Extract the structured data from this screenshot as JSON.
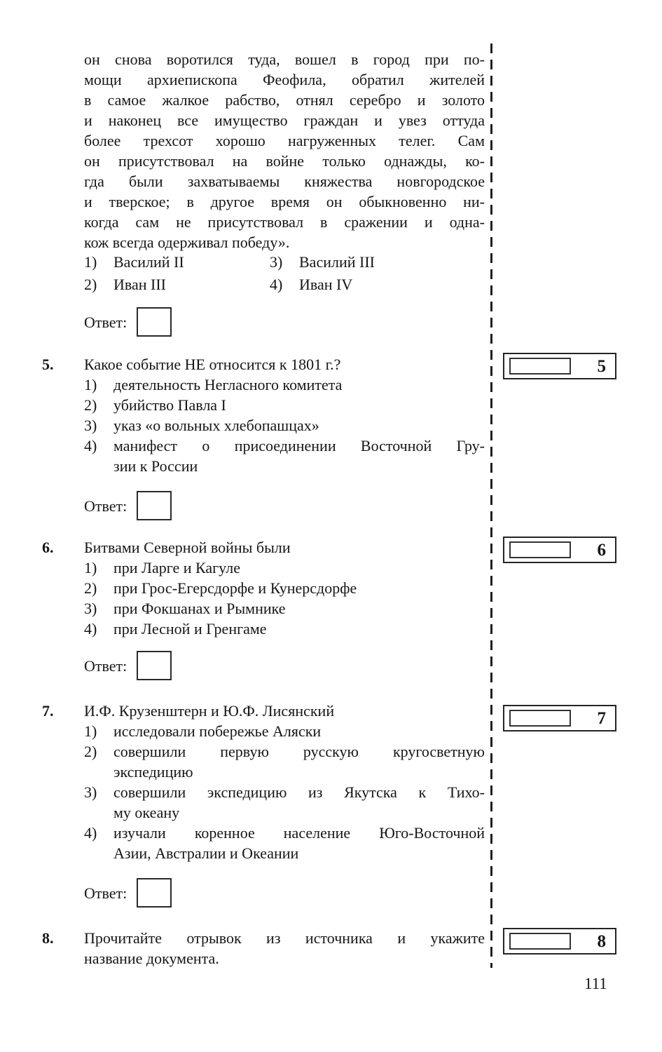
{
  "labels": {
    "answer": "Ответ:"
  },
  "page_number": "111",
  "passage": {
    "lines": [
      "он снова воротился туда, вошел в город при по-",
      "мощи архиепископа Феофила, обратил жителей",
      "в самое жалкое рабство, отнял серебро и золото",
      "и наконец все имущество граждан и увез оттуда",
      "более трехсот хорошо нагруженных телег. Сам",
      "он присутствовал на войне только однажды, ко-",
      "гда были захватываемы княжества новгородское",
      "и тверское; в другое время он обыкновенно ни-",
      "когда сам не присутствовал в сражении и одна-",
      "кож всегда одерживал победу»."
    ],
    "options": [
      {
        "num": "1)",
        "lines": [
          "Василий II"
        ]
      },
      {
        "num": "2)",
        "lines": [
          "Иван III"
        ]
      },
      {
        "num": "3)",
        "lines": [
          "Василий III"
        ]
      },
      {
        "num": "4)",
        "lines": [
          "Иван IV"
        ]
      }
    ]
  },
  "questions": [
    {
      "number": "5.",
      "badge": "5",
      "lines": [
        "Какое событие НЕ относится к 1801 г.?"
      ],
      "options": [
        {
          "num": "1)",
          "lines": [
            "деятельность Негласного комитета"
          ]
        },
        {
          "num": "2)",
          "lines": [
            "убийство Павла I"
          ]
        },
        {
          "num": "3)",
          "lines": [
            "указ «о вольных хлебопашцах»"
          ]
        },
        {
          "num": "4)",
          "lines": [
            "манифест о присоединении Восточной Гру-",
            "зии к России"
          ]
        }
      ]
    },
    {
      "number": "6.",
      "badge": "6",
      "lines": [
        "Битвами Северной войны были"
      ],
      "options": [
        {
          "num": "1)",
          "lines": [
            "при Ларге и Кагуле"
          ]
        },
        {
          "num": "2)",
          "lines": [
            "при Грос-Егерсдорфе и Кунерсдорфе"
          ]
        },
        {
          "num": "3)",
          "lines": [
            "при Фокшанах и Рымнике"
          ]
        },
        {
          "num": "4)",
          "lines": [
            "при Лесной и Гренгаме"
          ]
        }
      ]
    },
    {
      "number": "7.",
      "badge": "7",
      "lines": [
        "И.Ф. Крузенштерн и Ю.Ф. Лисянский"
      ],
      "options": [
        {
          "num": "1)",
          "lines": [
            "исследовали побережье Аляски"
          ]
        },
        {
          "num": "2)",
          "lines": [
            "совершили первую русскую кругосветную",
            "экспедицию"
          ]
        },
        {
          "num": "3)",
          "lines": [
            "совершили экспедицию из Якутска к Тихо-",
            "му океану"
          ]
        },
        {
          "num": "4)",
          "lines": [
            "изучали коренное население Юго-Восточной",
            "Азии, Австралии и Океании"
          ]
        }
      ]
    },
    {
      "number": "8.",
      "badge": "8",
      "lines": [
        "Прочитайте отрывок из источника и укажите",
        "название документа."
      ],
      "options": []
    }
  ]
}
